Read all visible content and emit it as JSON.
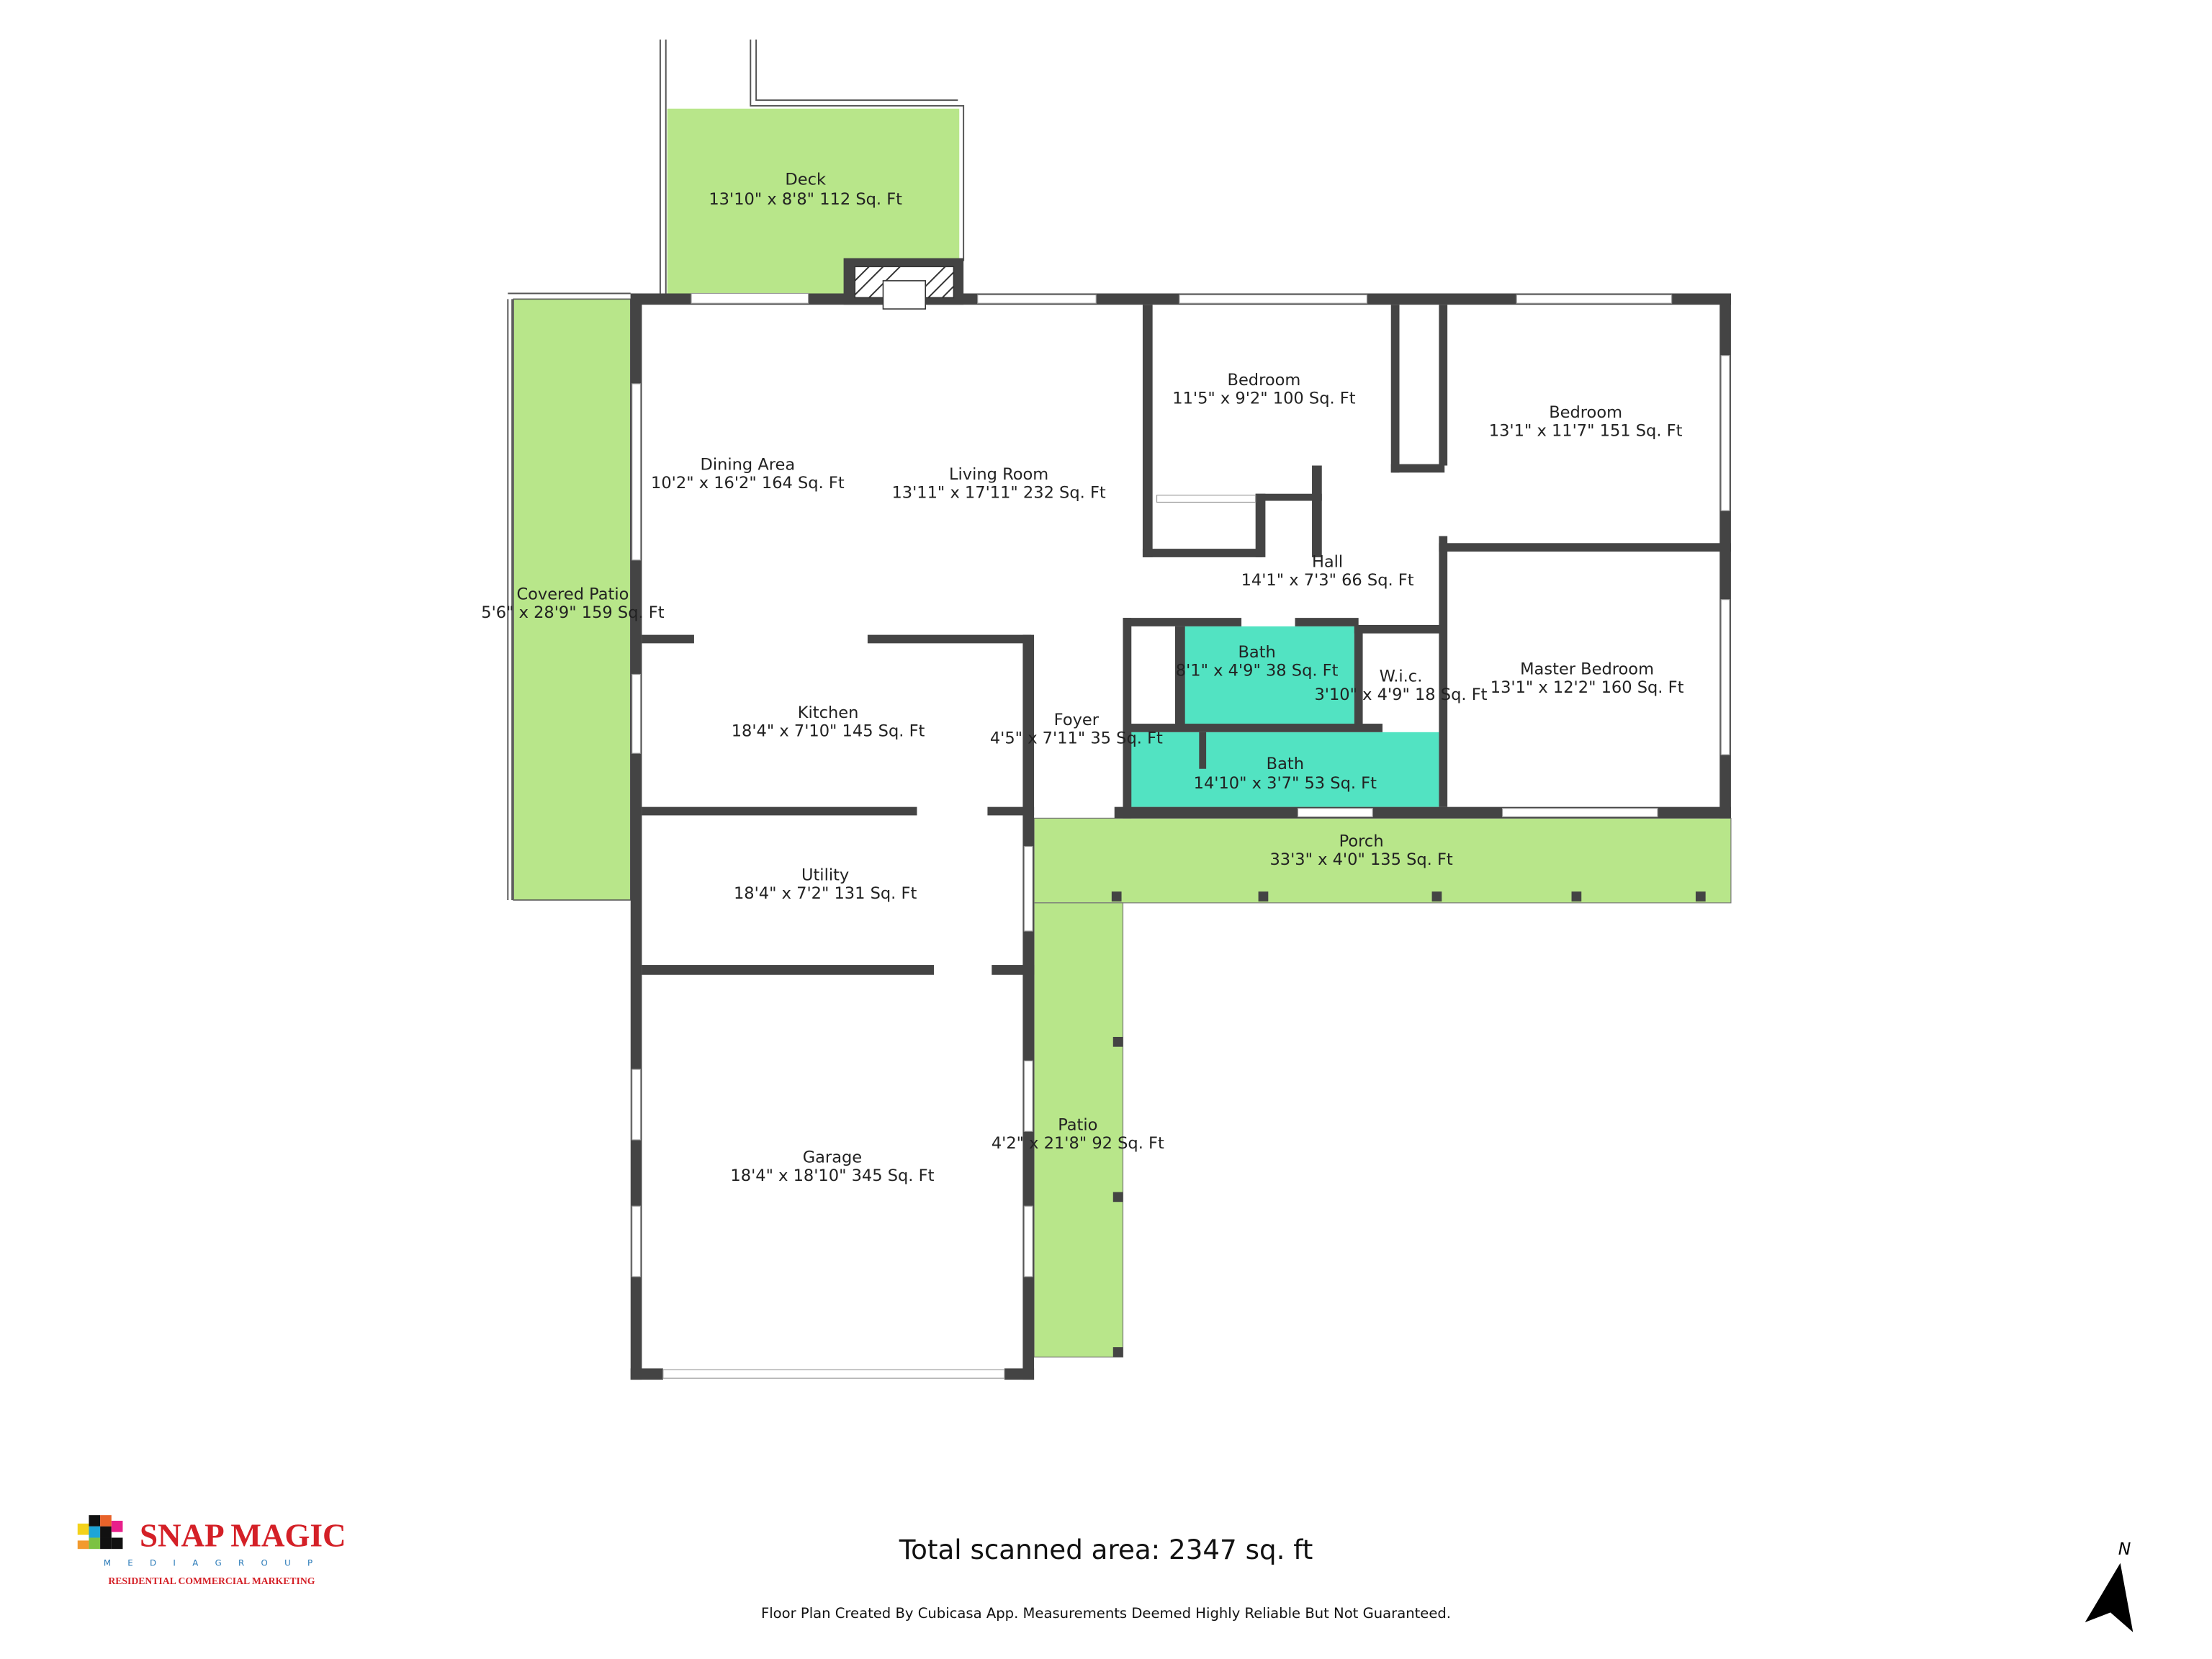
{
  "colors": {
    "outdoor": "#b8e68a",
    "bath": "#52e3c2",
    "wall": "#444444"
  },
  "rooms": [
    {
      "name": "Deck",
      "dims": "13'10\" x 8'8\" 112 Sq. Ft"
    },
    {
      "name": "Dining Area",
      "dims": "10'2\" x 16'2\" 164 Sq. Ft"
    },
    {
      "name": "Living Room",
      "dims": "13'11\" x 17'11\" 232 Sq. Ft"
    },
    {
      "name": "Bedroom",
      "dims": "11'5\" x 9'2\" 100 Sq. Ft"
    },
    {
      "name": "Bedroom",
      "dims": "13'1\" x 11'7\" 151 Sq. Ft"
    },
    {
      "name": "Hall",
      "dims": "14'1\" x 7'3\" 66 Sq. Ft"
    },
    {
      "name": "Covered Patio",
      "dims": "5'6\" x 28'9\" 159 Sq. Ft"
    },
    {
      "name": "Bath",
      "dims": "8'1\" x 4'9\" 38 Sq. Ft"
    },
    {
      "name": "W.i.c.",
      "dims": "3'10\" x 4'9\" 18 Sq. Ft"
    },
    {
      "name": "Master Bedroom",
      "dims": "13'1\" x 12'2\" 160 Sq. Ft"
    },
    {
      "name": "Kitchen",
      "dims": "18'4\" x 7'10\" 145 Sq. Ft"
    },
    {
      "name": "Foyer",
      "dims": "4'5\" x 7'11\" 35 Sq. Ft"
    },
    {
      "name": "Bath",
      "dims": "14'10\" x 3'7\" 53 Sq. Ft"
    },
    {
      "name": "Porch",
      "dims": "33'3\" x 4'0\" 135 Sq. Ft"
    },
    {
      "name": "Utility",
      "dims": "18'4\" x 7'2\" 131 Sq. Ft"
    },
    {
      "name": "Patio",
      "dims": "4'2\" x 21'8\" 92 Sq. Ft"
    },
    {
      "name": "Garage",
      "dims": "18'4\" x 18'10\" 345 Sq. Ft"
    }
  ],
  "total": "Total scanned area: 2347 sq. ft",
  "disclaimer": "Floor Plan Created By Cubicasa App. Measurements Deemed Highly Reliable But Not Guaranteed.",
  "logo": {
    "name": "SNAP MAGIC",
    "sub": "M E D I A   G R O U P",
    "tagline": "RESIDENTIAL   COMMERCIAL   MARKETING"
  },
  "compass": {
    "label": "N",
    "icon": "north-arrow-icon"
  }
}
